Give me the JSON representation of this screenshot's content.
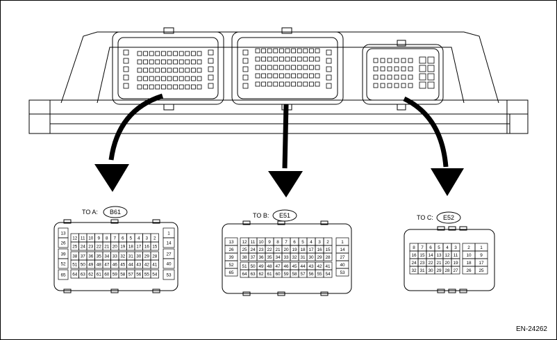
{
  "figure_code": "EN-24262",
  "connectors": [
    {
      "id": "A",
      "label_prefix": "TO A:",
      "code": "B61",
      "groups": [
        {
          "rows": [
            [
              "13"
            ],
            [
              "26"
            ],
            [
              "39"
            ],
            [
              "52"
            ],
            [
              "65"
            ]
          ]
        },
        {
          "rows": [
            [
              "12",
              "11",
              "10",
              "9",
              "8",
              "7",
              "6",
              "5",
              "4",
              "3",
              "2"
            ],
            [
              "25",
              "24",
              "23",
              "22",
              "21",
              "20",
              "19",
              "18",
              "17",
              "16",
              "15"
            ],
            [
              "38",
              "37",
              "36",
              "35",
              "34",
              "33",
              "32",
              "31",
              "30",
              "29",
              "28"
            ],
            [
              "51",
              "50",
              "49",
              "48",
              "47",
              "46",
              "45",
              "44",
              "43",
              "42",
              "41"
            ],
            [
              "64",
              "63",
              "62",
              "61",
              "60",
              "59",
              "58",
              "57",
              "56",
              "55",
              "54"
            ]
          ]
        },
        {
          "rows": [
            [
              "1"
            ],
            [
              "14"
            ],
            [
              "27"
            ],
            [
              "40"
            ],
            [
              "53"
            ]
          ]
        }
      ]
    },
    {
      "id": "B",
      "label_prefix": "TO B:",
      "code": "E51",
      "groups": [
        {
          "rows": [
            [
              "13"
            ],
            [
              "26"
            ],
            [
              "39"
            ],
            [
              "52"
            ],
            [
              "65"
            ]
          ]
        },
        {
          "rows": [
            [
              "12",
              "11",
              "10",
              "9",
              "8",
              "7",
              "6",
              "5",
              "4",
              "3",
              "2"
            ],
            [
              "25",
              "24",
              "23",
              "22",
              "21",
              "20",
              "19",
              "18",
              "17",
              "16",
              "15"
            ],
            [
              "38",
              "37",
              "36",
              "35",
              "34",
              "33",
              "32",
              "31",
              "30",
              "29",
              "28"
            ],
            [
              "51",
              "50",
              "49",
              "48",
              "47",
              "46",
              "45",
              "44",
              "43",
              "42",
              "41"
            ],
            [
              "64",
              "63",
              "62",
              "61",
              "60",
              "59",
              "58",
              "57",
              "56",
              "55",
              "54"
            ]
          ]
        },
        {
          "rows": [
            [
              "1"
            ],
            [
              "14"
            ],
            [
              "27"
            ],
            [
              "40"
            ],
            [
              "53"
            ]
          ]
        }
      ]
    },
    {
      "id": "C",
      "label_prefix": "TO C:",
      "code": "E52",
      "groups": [
        {
          "rows": [
            [
              "8",
              "7",
              "6",
              "5",
              "4",
              "3"
            ],
            [
              "16",
              "15",
              "14",
              "13",
              "12",
              "11"
            ],
            [
              "24",
              "23",
              "22",
              "21",
              "20",
              "19"
            ],
            [
              "32",
              "31",
              "30",
              "29",
              "28",
              "27"
            ]
          ]
        },
        {
          "rows": [
            [
              "2",
              "1"
            ],
            [
              "10",
              "9"
            ],
            [
              "18",
              "17"
            ],
            [
              "26",
              "25"
            ]
          ]
        }
      ]
    }
  ]
}
